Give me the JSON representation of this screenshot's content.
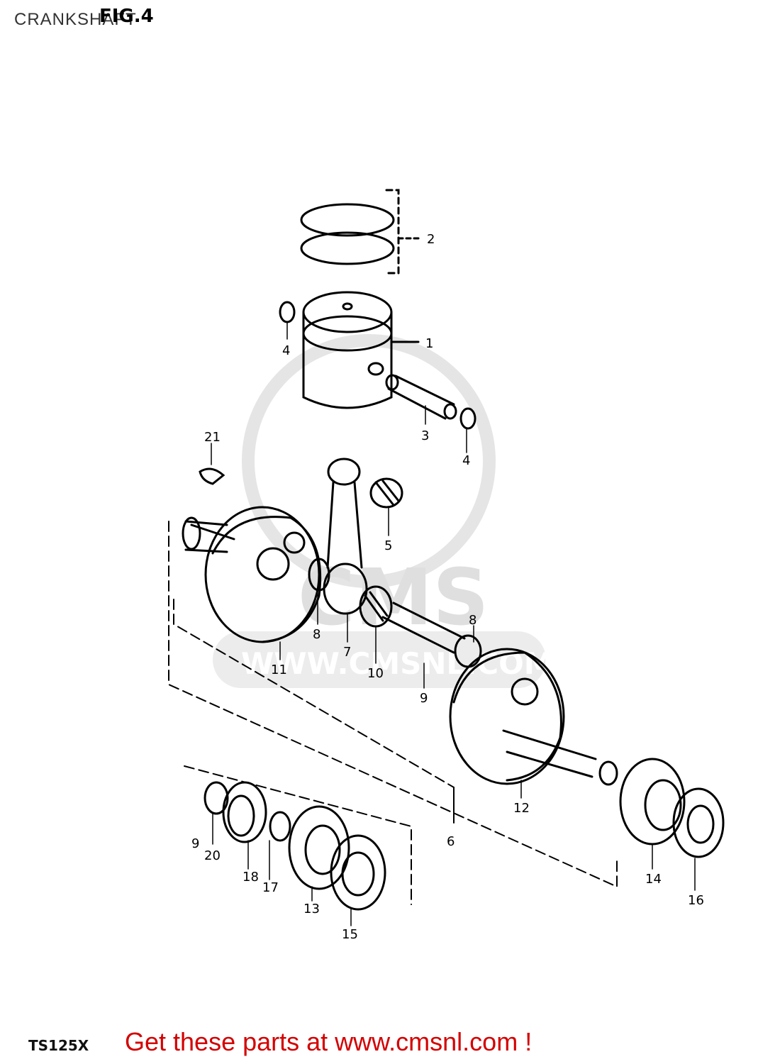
{
  "header": {
    "title": "CRANKSHAFT",
    "figure": "FIG.4"
  },
  "footer": {
    "model": "TS125X",
    "cta": "Get these parts at www.cmsnl.com !"
  },
  "watermark": {
    "brand": "CMS",
    "url": "WWW.CMSNL.COM"
  },
  "parts": [
    {
      "number": "1"
    },
    {
      "number": "2"
    },
    {
      "number": "3"
    },
    {
      "number": "4"
    },
    {
      "number": "4"
    },
    {
      "number": "5"
    },
    {
      "number": "6"
    },
    {
      "number": "7"
    },
    {
      "number": "8"
    },
    {
      "number": "8"
    },
    {
      "number": "9"
    },
    {
      "number": "9"
    },
    {
      "number": "10"
    },
    {
      "number": "11"
    },
    {
      "number": "12"
    },
    {
      "number": "13"
    },
    {
      "number": "14"
    },
    {
      "number": "15"
    },
    {
      "number": "16"
    },
    {
      "number": "17"
    },
    {
      "number": "18"
    },
    {
      "number": "20"
    },
    {
      "number": "21"
    }
  ]
}
